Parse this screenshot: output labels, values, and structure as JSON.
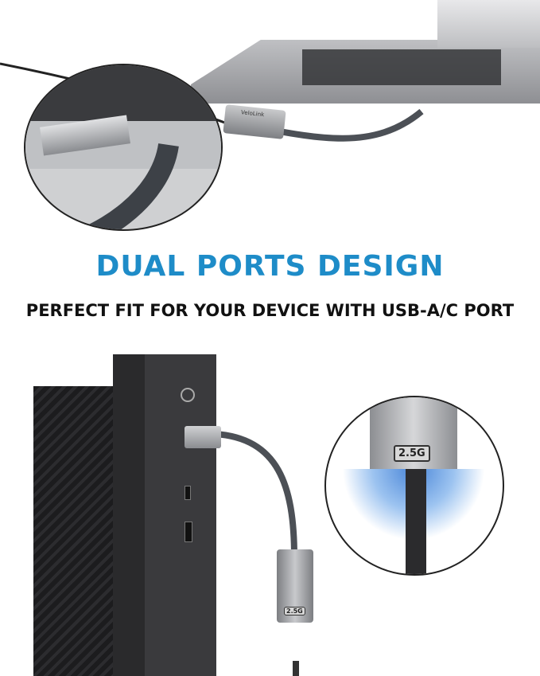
{
  "headline": "DUAL PORTS DESIGN",
  "subheadline": "PERFECT FIT FOR YOUR DEVICE WITH USB-A/C PORT",
  "speed_label": "2.5G",
  "adapter_speed_label": "2.5G",
  "brand_logo": "VeloLink",
  "colors": {
    "headline_top": "#2bb6e6",
    "headline_bottom": "#1669a8",
    "text": "#111111"
  }
}
